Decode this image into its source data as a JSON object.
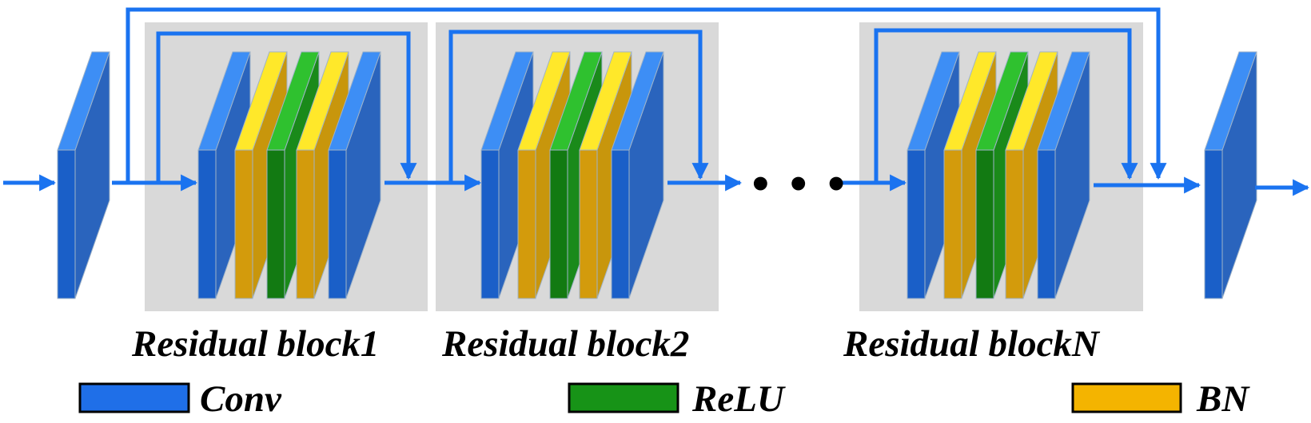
{
  "blocks": [
    {
      "label": "Residual block1"
    },
    {
      "label": "Residual block2"
    },
    {
      "label": "Residual blockN"
    }
  ],
  "legend": [
    {
      "label": "Conv",
      "color": "#1f6fe8"
    },
    {
      "label": "ReLU",
      "color": "#179317"
    },
    {
      "label": "BN",
      "color": "#f4b400"
    }
  ],
  "colors": {
    "arrow": "#1a73f0",
    "block_bg": "#d9d9d9",
    "conv_front": "#1a5fc8",
    "conv_top": "#3d8ef5",
    "conv_side": "#2a64bd",
    "relu_front": "#127a12",
    "relu_top": "#2fc12f",
    "relu_side": "#1a8a1a",
    "bn_front": "#d39b0c",
    "bn_top": "#ffe82a",
    "bn_side": "#c8960c"
  },
  "ellipsis": "• • •"
}
